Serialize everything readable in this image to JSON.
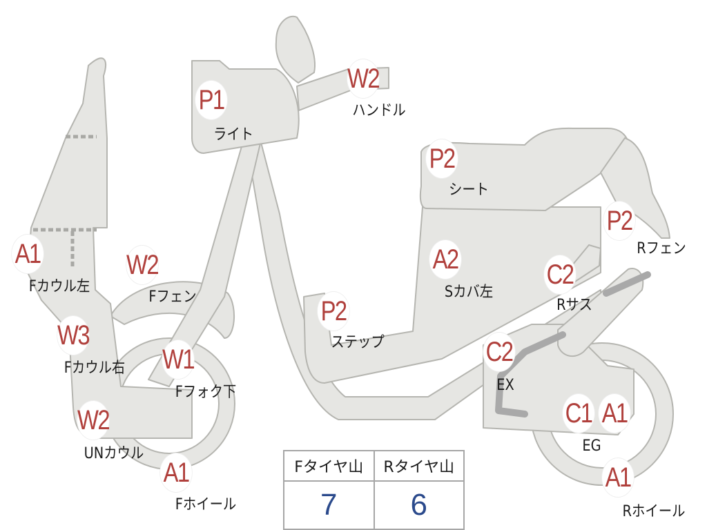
{
  "parts": [
    {
      "id": "light",
      "grade": "P1",
      "label": "ライト"
    },
    {
      "id": "handle",
      "grade": "W2",
      "label": "ハンドル"
    },
    {
      "id": "seat",
      "grade": "P2",
      "label": "シート"
    },
    {
      "id": "r-fender",
      "grade": "P2",
      "label": "Rフェン"
    },
    {
      "id": "f-cowl-left",
      "grade": "A1",
      "label": "Fカウル左"
    },
    {
      "id": "f-fender",
      "grade": "W2",
      "label": "Fフェン"
    },
    {
      "id": "s-cover-left",
      "grade": "A2",
      "label": "Sカバ左"
    },
    {
      "id": "r-suspension",
      "grade": "C2",
      "label": "Rサス"
    },
    {
      "id": "step",
      "grade": "P2",
      "label": "ステップ"
    },
    {
      "id": "f-cowl-right",
      "grade": "W3",
      "label": "Fカウル右"
    },
    {
      "id": "f-fork-lower",
      "grade": "W1",
      "label": "Fフォク下"
    },
    {
      "id": "exhaust",
      "grade": "C2",
      "label": "EX"
    },
    {
      "id": "under-cowl",
      "grade": "W2",
      "label": "UNカウル"
    },
    {
      "id": "engine",
      "grade": "C1",
      "grade2": "A1",
      "label": "EG"
    },
    {
      "id": "f-wheel",
      "grade": "A1",
      "label": "Fホイール"
    },
    {
      "id": "r-wheel",
      "grade": "A1",
      "label": "Rホイール"
    }
  ],
  "tread": {
    "front_label": "Fタイヤ山",
    "rear_label": "Rタイヤ山",
    "front_value": "7",
    "rear_value": "6"
  }
}
